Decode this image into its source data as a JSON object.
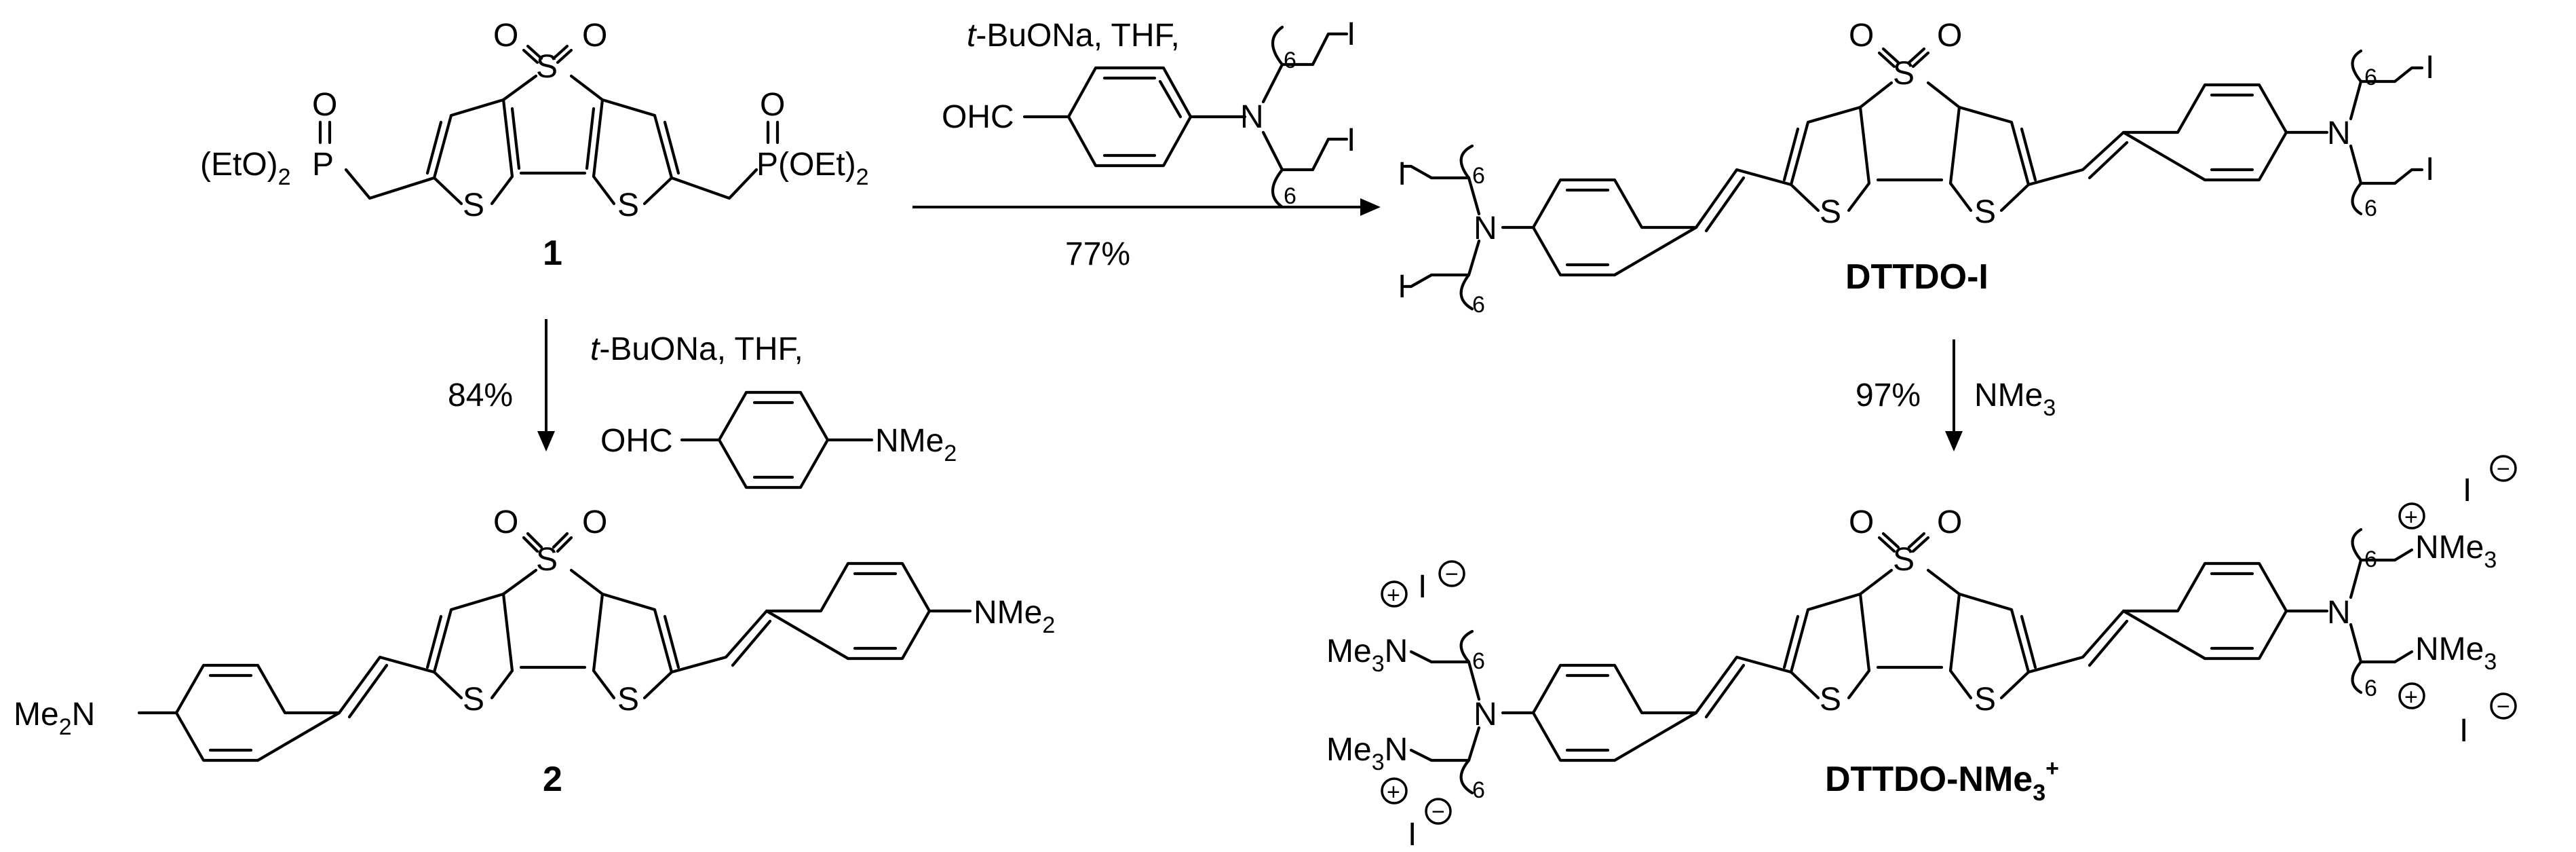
{
  "compound_1": {
    "label": "1",
    "phosphonate_left": "(EtO)",
    "phosphonate_left_sub": "2",
    "phosphonate_right": "P(OEt)",
    "phosphonate_right_sub": "2",
    "p_left": "P",
    "o_left": "O",
    "o_right": "O"
  },
  "compound_2": {
    "label": "2"
  },
  "product_i": {
    "label": "DTTDO-I"
  },
  "product_nme3": {
    "label": "DTTDO-NMe",
    "label_sub": "3",
    "label_sup": "+"
  },
  "atoms": {
    "S": "S",
    "O": "O",
    "N": "N",
    "I": "I",
    "nme2": "NMe",
    "nme2_sub": "2",
    "me2n": "Me",
    "me2n_sub": "2",
    "me2n_tail": "N",
    "me3n": "Me",
    "me3n_sub": "3",
    "me3n_tail": "N",
    "nme3": "NMe",
    "nme3_sub": "3",
    "chain_n": "6",
    "plus": "+",
    "minus": "−",
    "ohc": "OHC"
  },
  "arrow_top": {
    "reagent_line1": "t-BuONa, THF,",
    "reagent_italic": "t",
    "reagent_rest": "-BuONa, THF,",
    "yield": "77%"
  },
  "arrow_left": {
    "reagent_italic": "t",
    "reagent_rest": "-BuONa, THF,",
    "yield": "84%"
  },
  "arrow_right": {
    "yield": "97%",
    "reagent": "NMe",
    "reagent_sub": "3"
  }
}
